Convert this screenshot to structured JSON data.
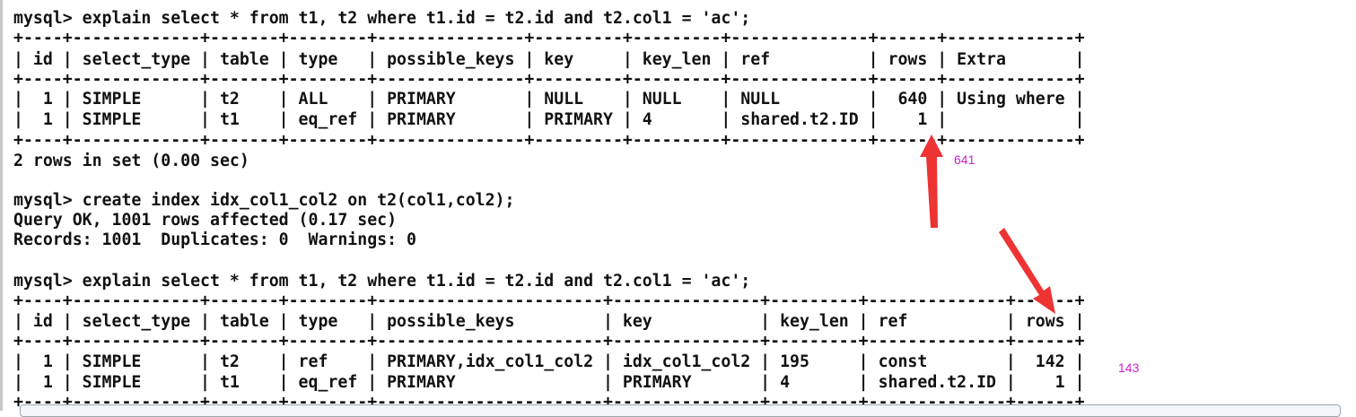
{
  "terminal": {
    "lines": [
      "mysql> explain select * from t1, t2 where t1.id = t2.id and t2.col1 = 'ac';",
      "+----+-------------+-------+--------+---------------+---------+---------+--------------+------+-------------+",
      "| id | select_type | table | type   | possible_keys | key     | key_len | ref          | rows | Extra       |",
      "+----+-------------+-------+--------+---------------+---------+---------+--------------+------+-------------+",
      "|  1 | SIMPLE      | t2    | ALL    | PRIMARY       | NULL    | NULL    | NULL         |  640 | Using where |",
      "|  1 | SIMPLE      | t1    | eq_ref | PRIMARY       | PRIMARY | 4       | shared.t2.ID |    1 |             |",
      "+----+-------------+-------+--------+---------------+---------+---------+--------------+------+-------------+",
      "2 rows in set (0.00 sec)",
      "",
      "mysql> create index idx_col1_col2 on t2(col1,col2);",
      "Query OK, 1001 rows affected (0.17 sec)",
      "Records: 1001  Duplicates: 0  Warnings: 0",
      "",
      "mysql> explain select * from t1, t2 where t1.id = t2.id and t2.col1 = 'ac';",
      "+----+-------------+-------+--------+-----------------------+---------------+---------+--------------+------+",
      "| id | select_type | table | type   | possible_keys         | key           | key_len | ref          | rows |",
      "+----+-------------+-------+--------+-----------------------+---------------+---------+--------------+------+",
      "|  1 | SIMPLE      | t2    | ref    | PRIMARY,idx_col1_col2 | idx_col1_col2 | 195     | const        |  142 |",
      "|  1 | SIMPLE      | t1    | eq_ref | PRIMARY               | PRIMARY       | 4       | shared.t2.ID |    1 |",
      "+----+-------------+-------+--------+-----------------------+---------------+---------+--------------+------+"
    ]
  },
  "annotations": {
    "note_top": "641",
    "note_bottom": "143",
    "arrow_color": "#ee3333",
    "note_color": "#cc22cc"
  }
}
